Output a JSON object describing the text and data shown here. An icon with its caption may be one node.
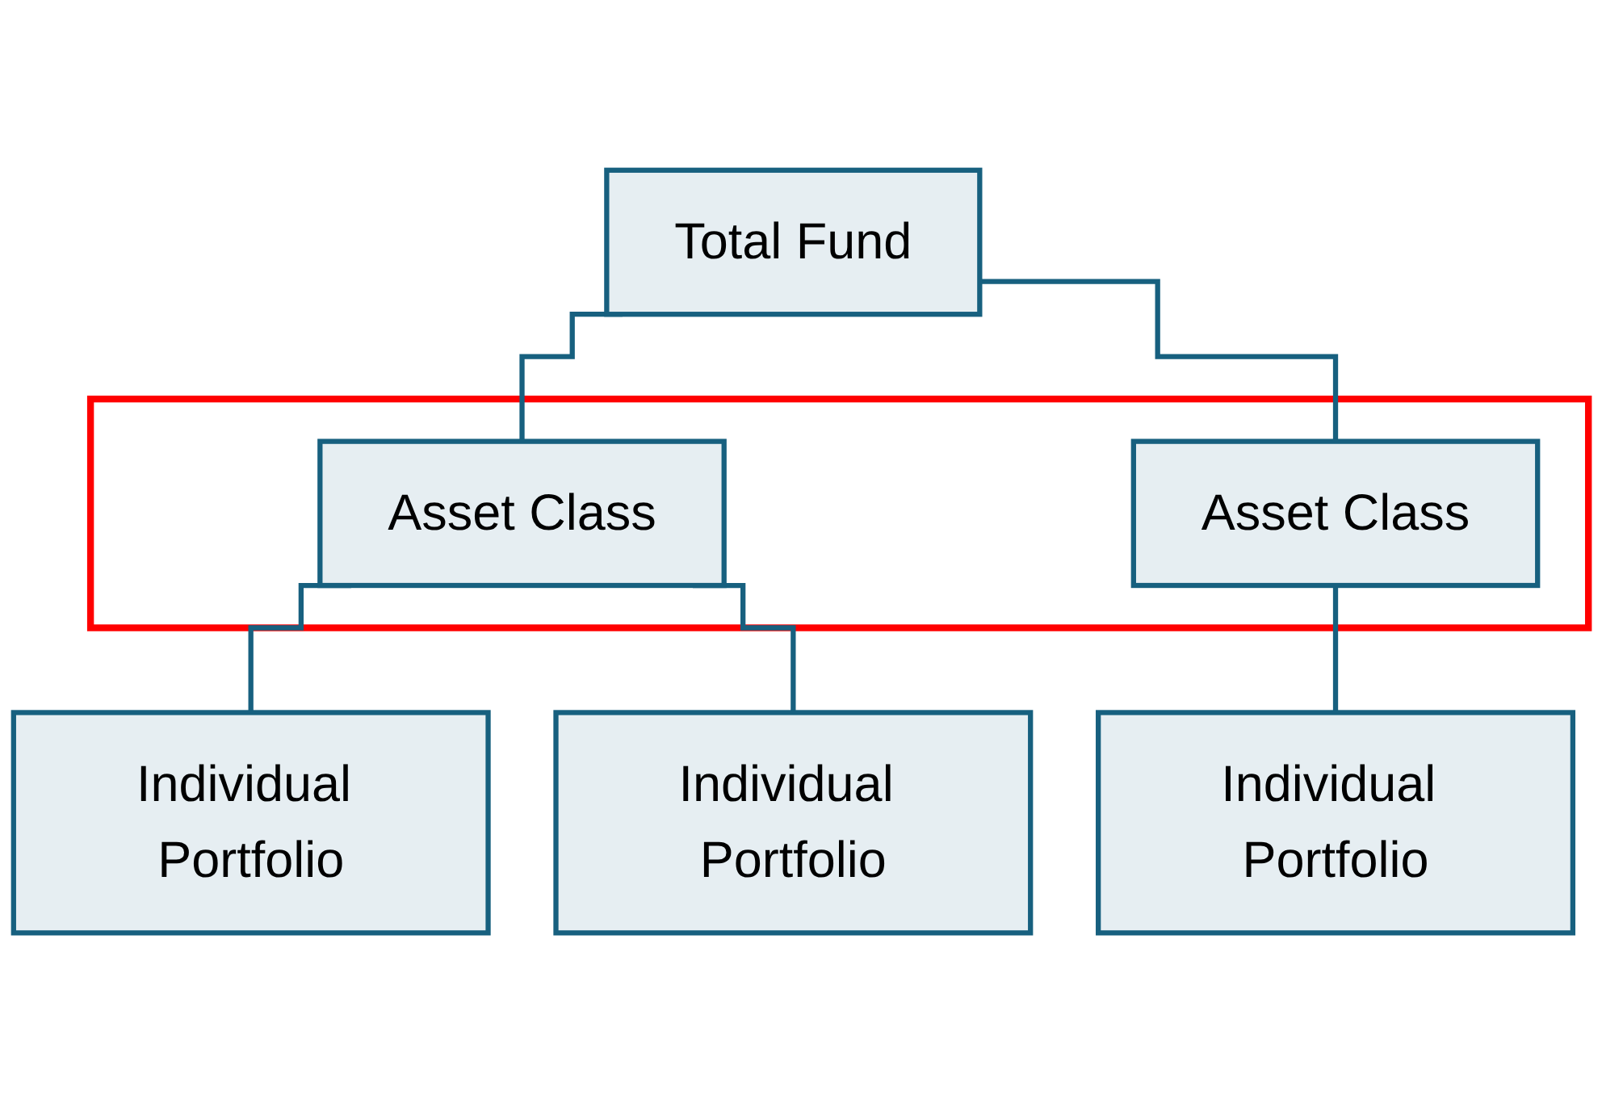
{
  "diagram": {
    "nodes": [
      {
        "text": [
          "Total Fund"
        ]
      },
      {
        "text": [],
        "shape": "box"
      },
      {
        "text": [
          "Asset Class"
        ],
        "in": 1
      },
      {
        "text": [
          "Asset Class"
        ],
        "in": 1
      },
      {
        "text": [
          "Individual Portfolio"
        ]
      },
      {
        "text": [
          "Individual Portfolio"
        ]
      },
      {
        "text": [
          "Individual Portfolio"
        ]
      }
    ],
    "edges": [
      {
        "from": 0,
        "to": 2,
        "arrow": "none"
      },
      {
        "from": 0,
        "to": 3,
        "arrow": "none"
      },
      {
        "from": 2,
        "to": 4,
        "arrow": "none"
      },
      {
        "from": 2,
        "to": 5,
        "arrow": "none"
      },
      {
        "from": 3,
        "to": 6,
        "arrow": "none"
      }
    ]
  }
}
